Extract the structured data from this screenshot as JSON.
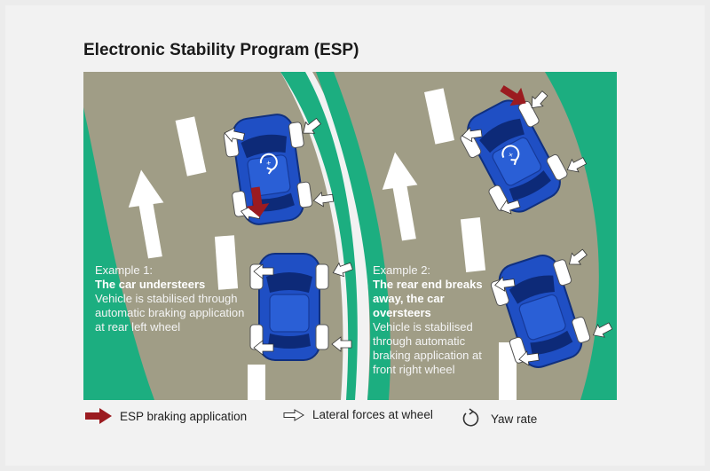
{
  "title": "Electronic Stability Program (ESP)",
  "colors": {
    "road": "#a09d86",
    "verge": "#1cae80",
    "lane_marking": "#ffffff",
    "car_body": "#1f4fc4",
    "brake_arrow": "#9b1b20",
    "background": "#f2f2f2"
  },
  "examples": [
    {
      "label": "Example 1:",
      "heading": "The car understeers",
      "description": "Vehicle is stabilised through automatic braking application at rear left wheel"
    },
    {
      "label": "Example 2:",
      "heading": "The rear end breaks away, the car oversteers",
      "description": "Vehicle is stabilised through automatic braking application at front right wheel"
    }
  ],
  "legend": [
    {
      "icon": "esp-braking-arrow-icon",
      "label": "ESP braking application"
    },
    {
      "icon": "lateral-force-arrow-icon",
      "label": "Lateral forces at wheel"
    },
    {
      "icon": "yaw-rate-icon",
      "label": "Yaw rate"
    }
  ]
}
